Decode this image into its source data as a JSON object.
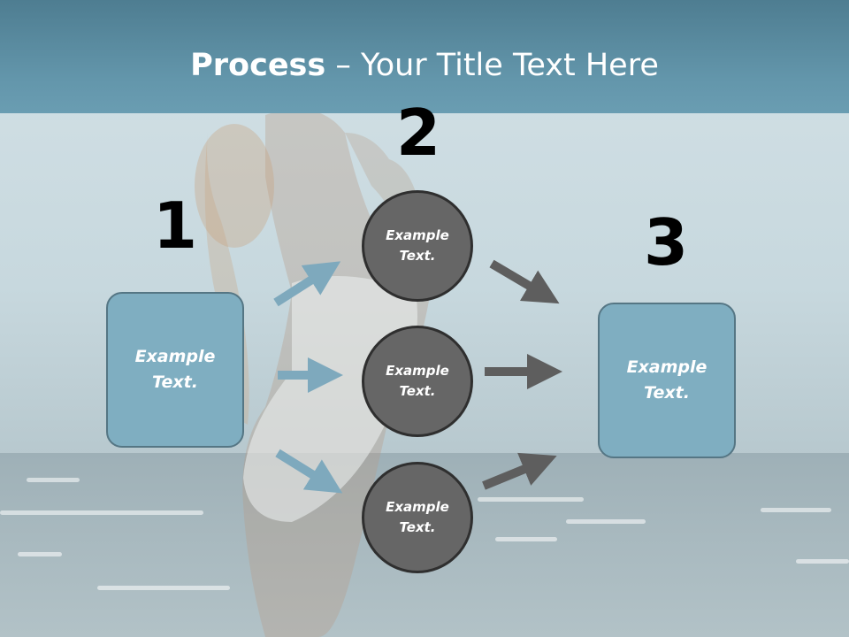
{
  "title": {
    "bold": "Process",
    "rest": " – Your Title Text Here"
  },
  "steps": [
    {
      "number": "1"
    },
    {
      "number": "2"
    },
    {
      "number": "3"
    }
  ],
  "left_box": {
    "label": "Example Text."
  },
  "circles": [
    {
      "label": "Example Text."
    },
    {
      "label": "Example Text."
    },
    {
      "label": "Example Text."
    }
  ],
  "right_box": {
    "label": "Example Text."
  },
  "colors": {
    "header": "#5b8ea3",
    "box_fill": "#7faec1",
    "box_border": "#557684",
    "circle_fill": "#666666",
    "circle_border": "#2f2f2f",
    "arrow_blue": "#7ea9bd",
    "arrow_gray": "#5e5e5e"
  }
}
